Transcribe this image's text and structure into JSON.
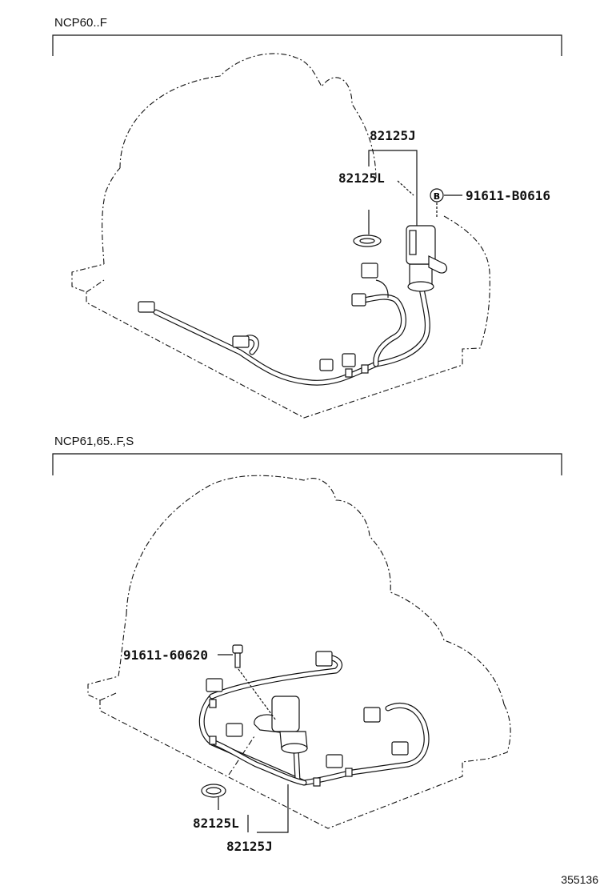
{
  "sections": [
    {
      "label": "NCP60..F",
      "parts": {
        "assembly": "82125J",
        "seal": "82125L",
        "bolt": "91611-B0616"
      }
    },
    {
      "label": "NCP61,65..F,S",
      "parts": {
        "assembly": "82125J",
        "seal": "82125L",
        "bolt": "91611-60620"
      }
    }
  ],
  "image_id": "355136"
}
